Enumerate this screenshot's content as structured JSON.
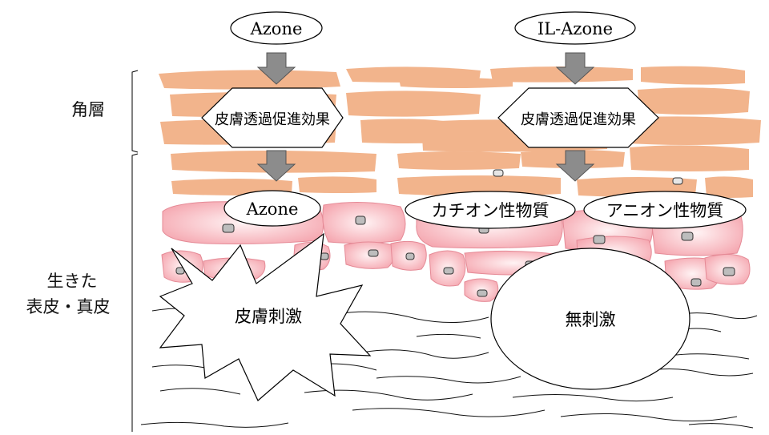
{
  "diagram": {
    "inputs": {
      "left": "Azone",
      "right": "IL-Azone"
    },
    "effect_left": "皮膚透過促進効果",
    "effect_right": "皮膚透過促進効果",
    "results": {
      "azone": "Azone",
      "cationic": "カチオン性物質",
      "anionic": "アニオン性物質"
    },
    "outcomes": {
      "irritation": "皮膚刺激",
      "no_irritation": "無刺激"
    },
    "layers": {
      "stratum_corneum": "角層",
      "living_skin_line1": "生きた",
      "living_skin_line2": "表皮・真皮"
    },
    "colors": {
      "corneum": "#F2B48C",
      "epidermis": "#F6B8BE",
      "arrow": "#8C8C8C",
      "nucleus": "#BDBDBD"
    }
  }
}
